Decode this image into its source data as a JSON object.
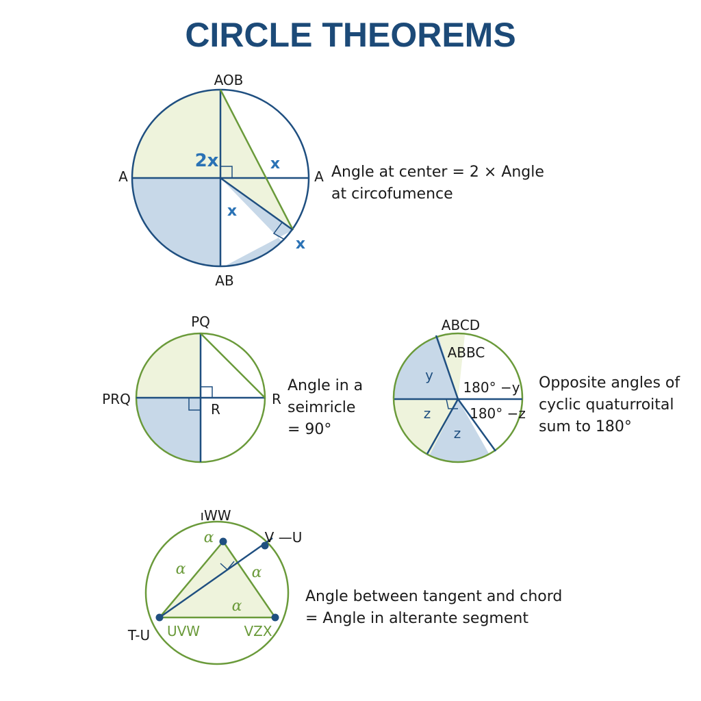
{
  "title": "CIRCLE THEOREMS",
  "colors": {
    "title": "#1c4a78",
    "dark_blue": "#1f4f80",
    "green": "#6a9a3a",
    "green_fill": "#eef3dc",
    "blue_fill": "#c7d8e8",
    "variable_blue": "#2a72b5"
  },
  "theorem1": {
    "label_top": "AOB",
    "label_bottom": "AB",
    "label_left": "A",
    "label_right": "A",
    "angle_center": "2x",
    "angle_right_upper": "x",
    "angle_lower": "x",
    "angle_outer": "x",
    "description_line1": "Angle at center = 2 × Angle",
    "description_line2": "at circofumence"
  },
  "theorem2": {
    "label_top": "PQ",
    "label_left": "PRQ",
    "label_right": "R",
    "label_center": "R",
    "description_line1": "Angle in a",
    "description_line2": "seimricle",
    "description_line3": "= 90°"
  },
  "theorem3": {
    "label_top": "ABCD",
    "label_inner": "ABBC",
    "angle_y": "y",
    "angle_z_left": "z",
    "angle_z_bottom": "z",
    "expr_y": "180° −y",
    "expr_z": "180° −z",
    "description_line1": "Opposite angles of",
    "description_line2": "cyclic quaturroital",
    "description_line3": "sum to 180°"
  },
  "theorem4": {
    "label_top": "ıWW",
    "label_tangent_top": "V —U",
    "label_tangent_bottom": "T-U",
    "label_bottom_left": "UVW",
    "label_bottom_right": "VZX",
    "angle_alpha": "α",
    "description_line1": "Angle between tangent and chord",
    "description_line2": "= Angle in alterante segment"
  }
}
